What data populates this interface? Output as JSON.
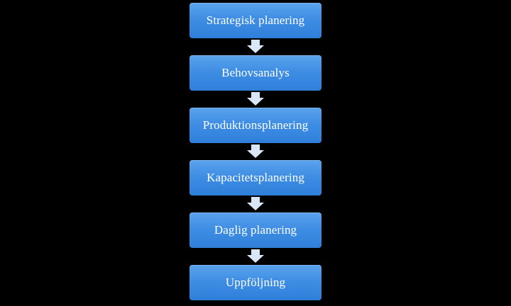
{
  "flow": {
    "steps": [
      {
        "label": "Strategisk planering"
      },
      {
        "label": "Behovsanalys"
      },
      {
        "label": "Produktionsplanering"
      },
      {
        "label": "Kapacitetsplanering"
      },
      {
        "label": "Daglig planering"
      },
      {
        "label": "Uppföljning"
      }
    ]
  },
  "colors": {
    "background": "#000000",
    "box_fill": "#3f8ee4",
    "arrow_fill": "#d9e6f6",
    "text": "#ffffff"
  }
}
